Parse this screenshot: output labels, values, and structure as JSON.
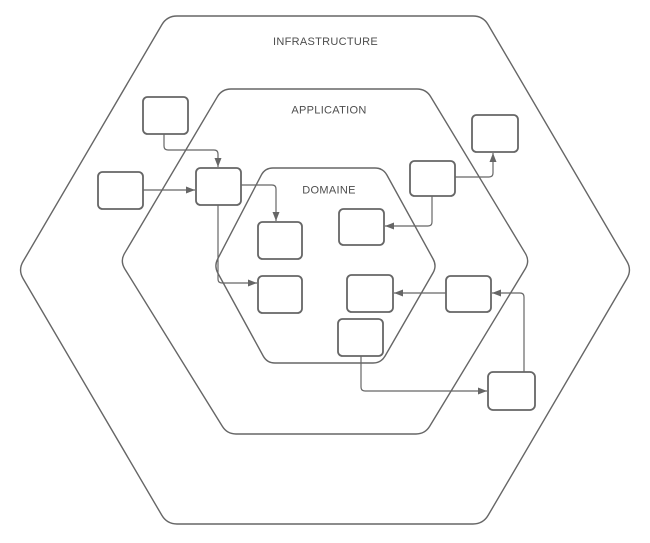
{
  "diagram": {
    "type": "hexagonal-architecture",
    "layers": [
      {
        "id": "infrastructure",
        "label": "INFRASTRUCTURE"
      },
      {
        "id": "application",
        "label": "APPLICATION"
      },
      {
        "id": "domaine",
        "label": "DOMAINE"
      }
    ],
    "colors": {
      "stroke": "#666666",
      "label_text": "#4d4d4d",
      "node_fill": "#ffffff",
      "canvas_background": "#ffffff"
    },
    "nodes": [
      {
        "id": "infra-top-left",
        "layer": "infrastructure"
      },
      {
        "id": "infra-left",
        "layer": "infrastructure"
      },
      {
        "id": "infra-top-right",
        "layer": "infrastructure"
      },
      {
        "id": "infra-bottom-right",
        "layer": "infrastructure"
      },
      {
        "id": "app-left",
        "layer": "application"
      },
      {
        "id": "app-right",
        "layer": "application"
      },
      {
        "id": "app-mid-right",
        "layer": "application"
      },
      {
        "id": "domain-upper-left",
        "layer": "domaine"
      },
      {
        "id": "domain-upper-right",
        "layer": "domaine"
      },
      {
        "id": "domain-mid-left",
        "layer": "domaine"
      },
      {
        "id": "domain-mid-right",
        "layer": "domaine"
      },
      {
        "id": "domain-bottom",
        "layer": "domaine"
      }
    ],
    "edges": [
      {
        "from": "infra-top-left",
        "to": "app-left"
      },
      {
        "from": "infra-left",
        "to": "app-left"
      },
      {
        "from": "app-left",
        "to": "domain-upper-left"
      },
      {
        "from": "app-left",
        "to": "domain-mid-left"
      },
      {
        "from": "app-right",
        "to": "domain-upper-right"
      },
      {
        "from": "app-right",
        "to": "infra-top-right"
      },
      {
        "from": "app-mid-right",
        "to": "domain-mid-right"
      },
      {
        "from": "infra-bottom-right",
        "to": "app-mid-right"
      },
      {
        "from": "domain-bottom",
        "to": "infra-bottom-right"
      }
    ]
  }
}
